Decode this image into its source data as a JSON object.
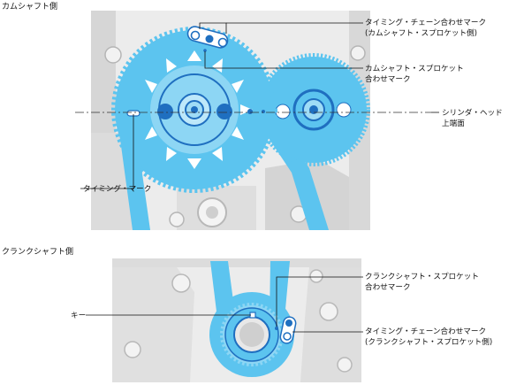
{
  "sections": {
    "camshaft_side": "カムシャフト側",
    "crankshaft_side": "クランクシャフト側"
  },
  "labels": {
    "timing_chain_mark_cam_line1": "タイミング・チェーン合わせマーク",
    "timing_chain_mark_cam_line2": "(カムシャフト・スプロケット側)",
    "cam_sprocket_mark_line1": "カムシャフト・スプロケット",
    "cam_sprocket_mark_line2": "合わせマーク",
    "cylinder_head_line1": "シリンダ・ヘッド",
    "cylinder_head_line2": "上端面",
    "timing_mark": "タイミング・マーク",
    "crank_sprocket_mark_line1": "クランクシャフト・スプロケット",
    "crank_sprocket_mark_line2": "合わせマーク",
    "key": "キー",
    "timing_chain_mark_crank_line1": "タイミング・チェーン合わせマーク",
    "timing_chain_mark_crank_line2": "(クランクシャフト・スプロケット側)"
  },
  "colors": {
    "sprocket_blue": "#5cc4ef",
    "dark_blue": "#1f6fc0",
    "engine_gray": "#e2e2e2",
    "engine_dark": "#c2c2c2"
  }
}
